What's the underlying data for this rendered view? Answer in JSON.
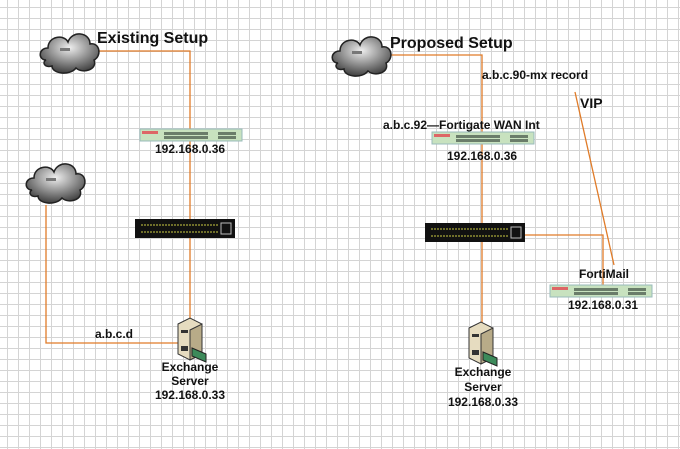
{
  "existing": {
    "title": "Existing Setup",
    "firewall_ip": "192.168.0.36",
    "wan_label": "a.b.c.d",
    "server_name_1": "Exchange",
    "server_name_2": "Server",
    "server_ip": "192.168.0.33"
  },
  "proposed": {
    "title": "Proposed Setup",
    "mx_label": "a.b.c.90-mx record",
    "vip_label": "VIP",
    "wan_label": "a.b.c.92—Fortigate WAN Int",
    "firewall_ip": "192.168.0.36",
    "fortimail_name": "FortiMail",
    "fortimail_ip": "192.168.0.31",
    "server_name_1": "Exchange",
    "server_name_2": "Server",
    "server_ip": "192.168.0.33"
  },
  "colors": {
    "link": "#e07b28",
    "device": "#9ccc8c",
    "switch": "#111111"
  }
}
